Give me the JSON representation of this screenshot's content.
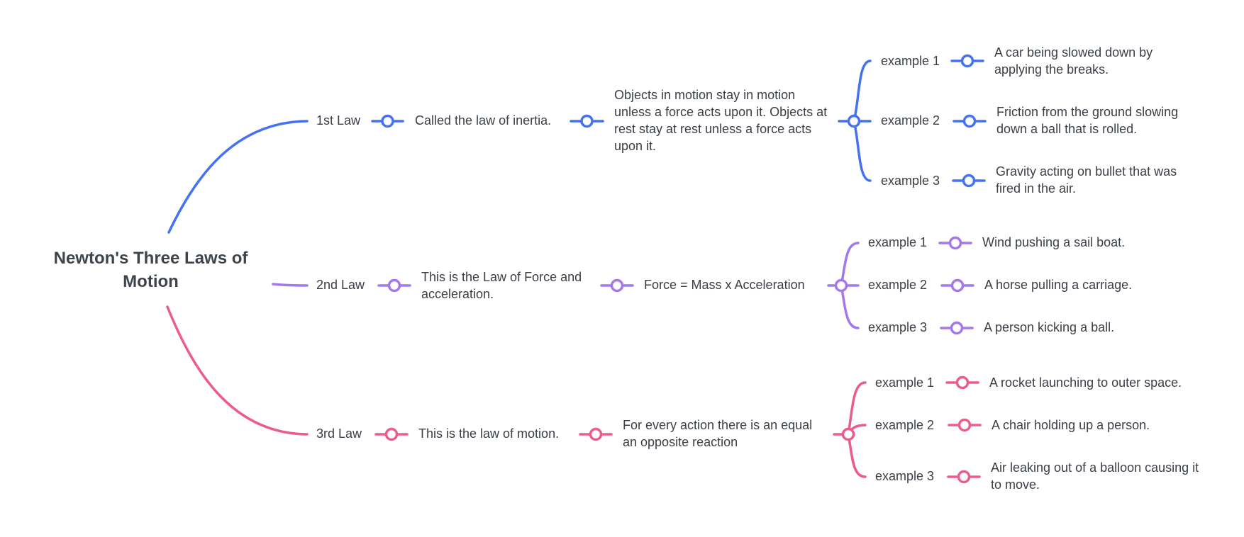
{
  "root": {
    "title": "Newton's Three Laws of Motion"
  },
  "branches": [
    {
      "id": "law1",
      "color": "#4472f0",
      "law": "1st Law",
      "alias": "Called the law of inertia.",
      "statement": "Objects in motion stay in motion unless a force acts upon it. Objects at rest stay at rest unless a force acts upon it.",
      "examples": [
        {
          "label": "example 1",
          "text": "A car being slowed down by applying the breaks."
        },
        {
          "label": "example 2",
          "text": "Friction from the ground slowing down a ball that is rolled."
        },
        {
          "label": "example 3",
          "text": "Gravity acting on bullet that was fired in the air."
        }
      ]
    },
    {
      "id": "law2",
      "color": "#a478ea",
      "law": "2nd Law",
      "alias": "This is the Law of Force and acceleration.",
      "statement": "Force = Mass x Acceleration",
      "examples": [
        {
          "label": "example 1",
          "text": "Wind pushing a sail boat."
        },
        {
          "label": "example 2",
          "text": "A horse pulling a carriage."
        },
        {
          "label": "example 3",
          "text": "A person kicking a ball."
        }
      ]
    },
    {
      "id": "law3",
      "color": "#ec5b8e",
      "law": "3rd Law",
      "alias": "This is the law of motion.",
      "statement": "For every action there is an equal an opposite reaction",
      "examples": [
        {
          "label": "example 1",
          "text": "A rocket launching to outer space."
        },
        {
          "label": "example 2",
          "text": "A chair holding up a person."
        },
        {
          "label": "example 3",
          "text": "Air leaking out of a balloon causing it to move."
        }
      ]
    }
  ]
}
